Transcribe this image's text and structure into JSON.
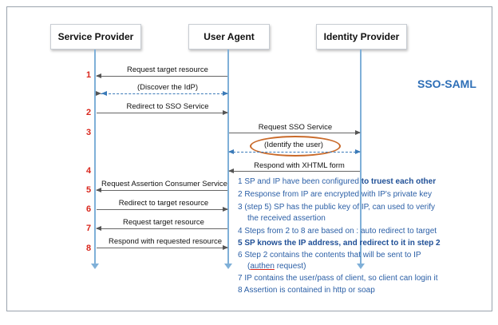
{
  "actors": [
    {
      "label": "Service Provider"
    },
    {
      "label": "User Agent"
    },
    {
      "label": "Identity Provider"
    }
  ],
  "title": "SSO-SAML",
  "messages": [
    {
      "step": "1",
      "label": "Request target resource"
    },
    {
      "step": "",
      "label": "(Discover the IdP)"
    },
    {
      "step": "2",
      "label": "Redirect to SSO Service"
    },
    {
      "step": "3",
      "label": "Request SSO Service"
    },
    {
      "step": "",
      "label": "(Identify the user)"
    },
    {
      "step": "4",
      "label": "Respond with XHTML form"
    },
    {
      "step": "5",
      "label": "Request Assertion Consumer Service"
    },
    {
      "step": "6",
      "label": "Redirect to target resource"
    },
    {
      "step": "7",
      "label": "Request target resource"
    },
    {
      "step": "8",
      "label": "Respond with requested resource"
    }
  ],
  "notes": {
    "n1_plain": "1 SP and IP have been configured ",
    "n1_bold": "to truest each other",
    "n2": "2 Response from IP are encrypted with IP's private key",
    "n3a": "3 (step 5) SP has the public key of IP, can used to verify",
    "n3b": "the  received assertion",
    "n4": "4 Steps from 2 to 8 are based on : auto redirect to target",
    "n5": "5 SP knows the IP address, and redirect to it in step 2",
    "n6a": "6 Step 2 contains the contents that will be sent to IP",
    "n6b_under": "authen",
    "n6b_rest": " request)",
    "n6b_open": "(",
    "n7": "7 IP contains the user/pass of client, so client can login it",
    "n8": "8 Assertion is contained in http or soap"
  }
}
